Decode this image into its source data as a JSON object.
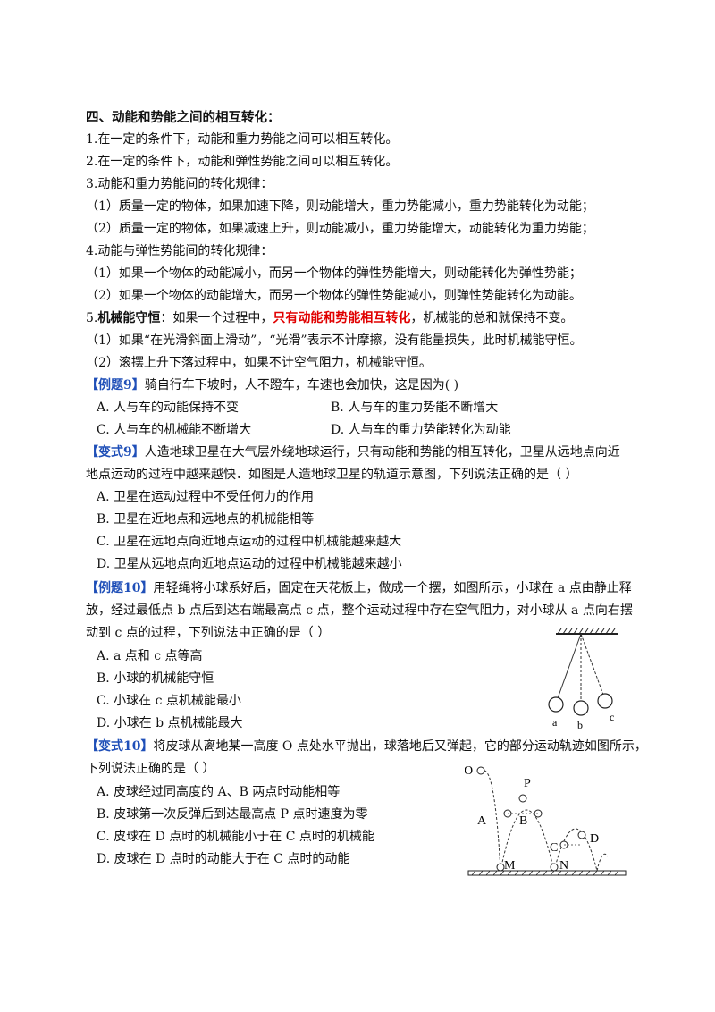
{
  "section_heading": "四、动能和势能之间的相互转化：",
  "points": {
    "p1": "1.在一定的条件下，动能和重力势能之间可以相互转化。",
    "p2": "2.在一定的条件下，动能和弹性势能之间可以相互转化。",
    "p3": "3.动能和重力势能间的转化规律：",
    "p3_1": "（1）质量一定的物体，如果加速下降，则动能增大，重力势能减小，重力势能转化为动能；",
    "p3_2": "（2）质量一定的物体，如果减速上升，则动能减小，重力势能增大，动能转化为重力势能；",
    "p4": "4.动能与弹性势能间的转化规律：",
    "p4_1": "（1）如果一个物体的动能减小，而另一个物体的弹性势能增大，则动能转化为弹性势能；",
    "p4_2": "（2）如果一个物体的动能增大，而另一个物体的弹性势能减小，则弹性势能转化为动能。",
    "p5_prefix": "5.",
    "p5_bold": "机械能守恒",
    "p5_mid": "：如果一个过程中，",
    "p5_red": "只有动能和势能相互转化",
    "p5_end": "，机械能的总和就保持不变。",
    "p5_1": "（1）如果“在光滑斜面上滑动”，“光滑”表示不计摩擦，没有能量损失，此时机械能守恒。",
    "p5_2": "（2）滚摆上升下落过程中，如果不计空气阻力，机械能守恒。"
  },
  "q1": {
    "tag": "【例题9】",
    "stem": "骑自行车下坡时，人不蹬车，车速也会加快，这是因为(      )",
    "A": "A. 人与车的动能保持不变",
    "B": "B. 人与车的重力势能不断增大",
    "C": "C. 人与车的机械能不断增大",
    "D": "D. 人与车的重力势能转化为动能"
  },
  "q2": {
    "tag": "【变式9】",
    "stem1": "人造地球卫星在大气层外绕地球运行，只有动能和势能的相互转化，卫星从远地点向近",
    "stem2": "地点运动的过程中越来越快．如图是人造地球卫星的轨道示意图，下列说法正确的是（        ）",
    "A": "A. 卫星在运动过程中不受任何力的作用",
    "B": "B. 卫星在近地点和远地点的机械能相等",
    "C": "C. 卫星在远地点向近地点运动的过程中机械能越来越大",
    "D": "D. 卫星从远地点向近地点运动的过程中机械能越来越小"
  },
  "q3": {
    "tag": "【例题10】",
    "stem1": "用轻绳将小球系好后，固定在天花板上，做成一个摆，如图所示，小球在 a 点由静止释",
    "stem2": "放，经过最低点 b 点后到达右端最高点 c 点，整个运动过程中存在空气阻力，对小球从 a 点向右摆",
    "stem3": "动到 c 点的过程，下列说法中正确的是（        ）",
    "A": "A. a 点和 c 点等高",
    "B": "B. 小球的机械能守恒",
    "C": "C. 小球在 c 点机械能最小",
    "D": "D. 小球在 b 点机械能最大",
    "fig_labels": [
      "a",
      "b",
      "c"
    ]
  },
  "q4": {
    "tag": "【变式10】",
    "stem1": "将皮球从离地某一高度 O 点处水平抛出，球落地后又弹起，它的部分运动轨迹如图所示，",
    "stem2": "下列说法正确的是（        ）",
    "A": "A. 皮球经过同高度的 A、B 两点时动能相等",
    "B": "B. 皮球第一次反弹后到达最高点 P 点时速度为零",
    "C": "C. 皮球在 D 点时的机械能小于在 C 点时的机械能",
    "D": "D. 皮球在 D 点时的动能大于在 C 点时的动能",
    "fig_labels": {
      "O": "O",
      "P": "P",
      "A": "A",
      "B": "B",
      "C": "C",
      "D": "D",
      "M": "M",
      "N": "N"
    }
  }
}
